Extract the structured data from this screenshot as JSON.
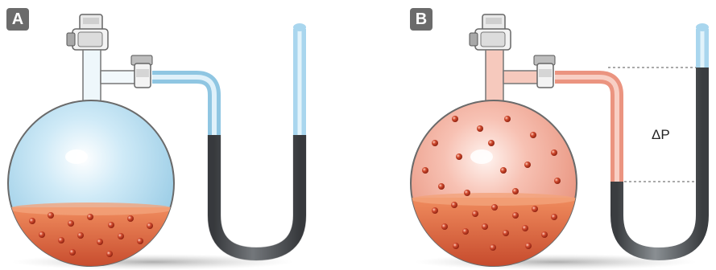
{
  "panels": [
    {
      "label": "A",
      "state": "closed-empty",
      "gas_color": "#bfe3f4",
      "particles_in_gas": 0
    },
    {
      "label": "B",
      "state": "vapor-equilibrium",
      "gas_color": "#f4b3a3",
      "particles_in_gas": 15
    }
  ],
  "pressure_difference_label": "ΔP",
  "colors": {
    "liquid": "#d9603b",
    "particle": "#b8321e",
    "mercury": "#555a5e",
    "tube_empty": "#b5def3",
    "tube_vapor": "#f0a08d",
    "badge": "#6b6b6b"
  }
}
